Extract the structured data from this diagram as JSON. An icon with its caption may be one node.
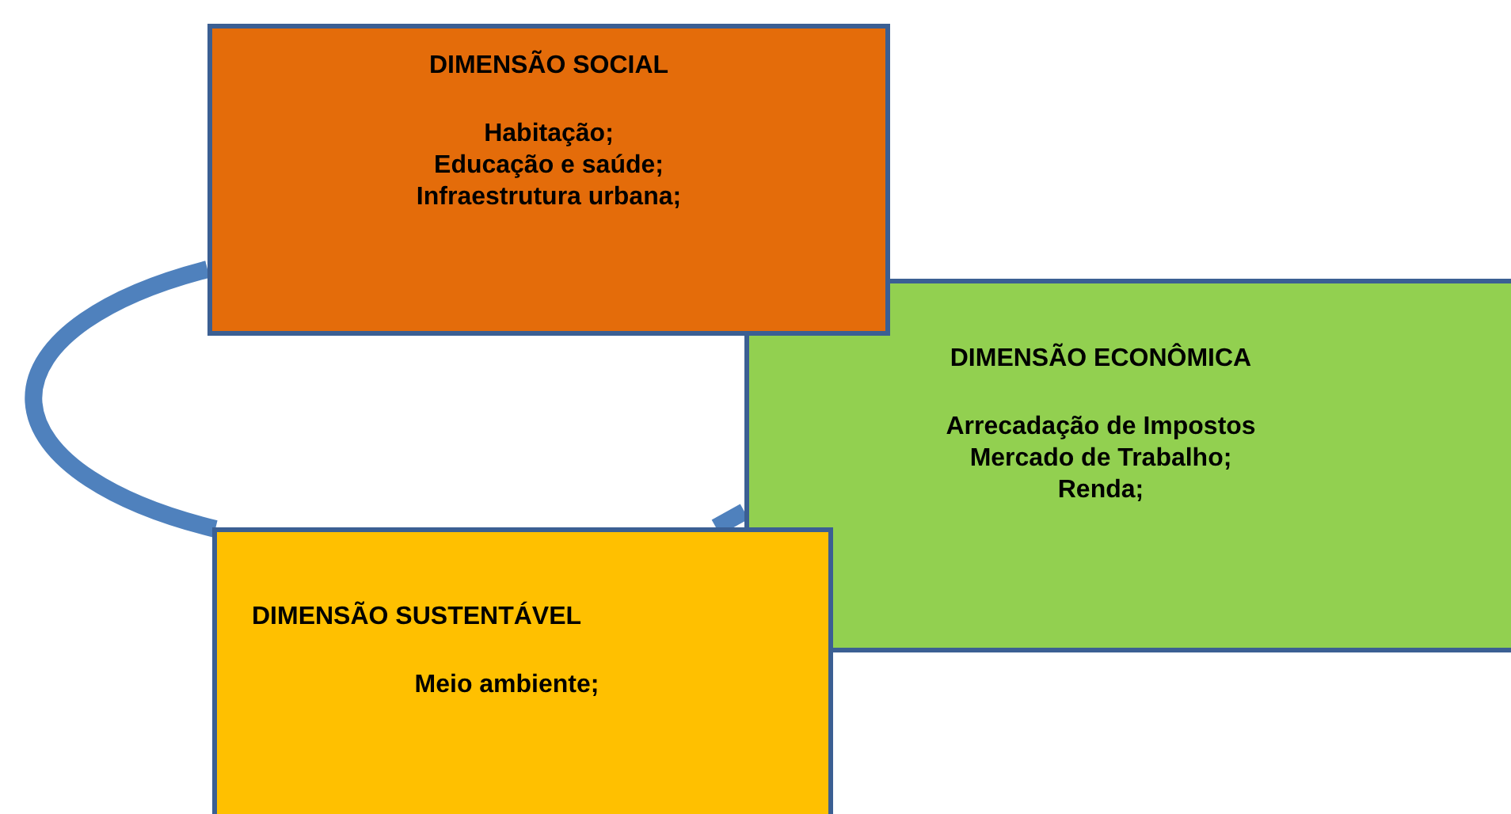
{
  "diagram": {
    "nodes": [
      {
        "text": [
          "DIMENSÃO SOCIAL",
          "Habitação;",
          "Educação e saúde;",
          "Infraestrutura urbana;"
        ]
      },
      {
        "text": [
          "DIMENSÃO ECONÔMICA",
          "Arrecadação de Impostos",
          "Mercado de Trabalho;",
          "Renda;"
        ]
      },
      {
        "text": [
          "DIMENSÃO SUSTENTÁVEL",
          "Meio ambiente;"
        ]
      }
    ],
    "edges": [
      {
        "from": 0,
        "to": 2,
        "arrow": "none"
      },
      {
        "from": 2,
        "to": 1,
        "arrow": "none"
      }
    ]
  }
}
